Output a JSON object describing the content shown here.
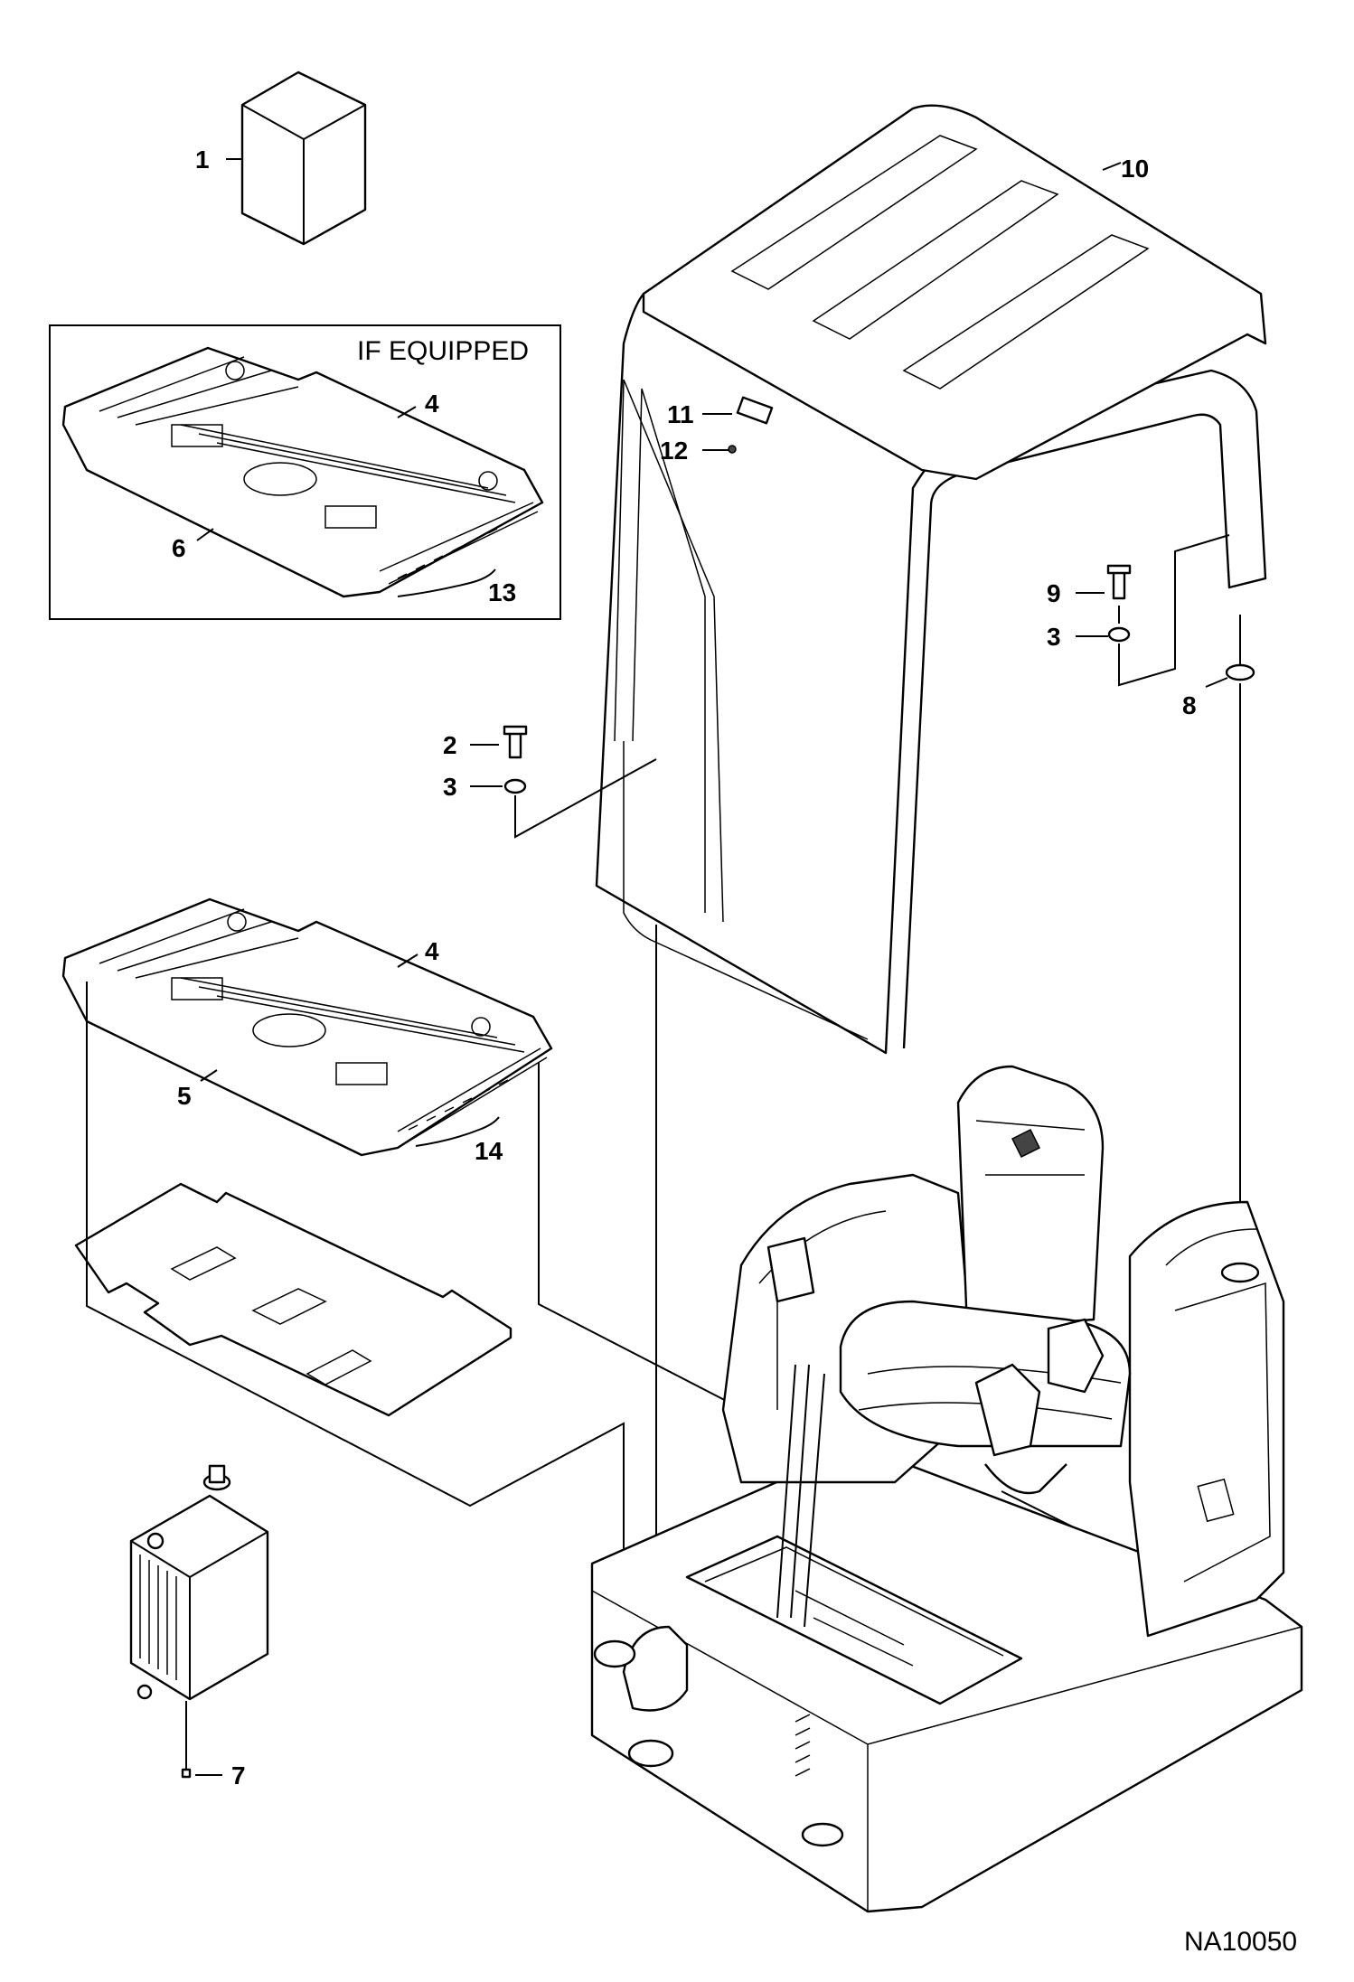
{
  "diagram": {
    "inset_note": "IF EQUIPPED",
    "reference_id": "NA10050",
    "callouts": {
      "box": "1",
      "bolt_front": "2",
      "washer_front": "3",
      "washer_rear": "3",
      "floor_pan_inset": "4",
      "floor_pan": "4",
      "floor_pan_lower": "5",
      "floor_pan_lower_inset": "6",
      "radiator_plug": "7",
      "rear_washer": "8",
      "bolt_rear": "9",
      "canopy": "10",
      "decal": "11",
      "rivet": "12",
      "pedal_group_inset": "13",
      "pedal_group": "14"
    }
  }
}
